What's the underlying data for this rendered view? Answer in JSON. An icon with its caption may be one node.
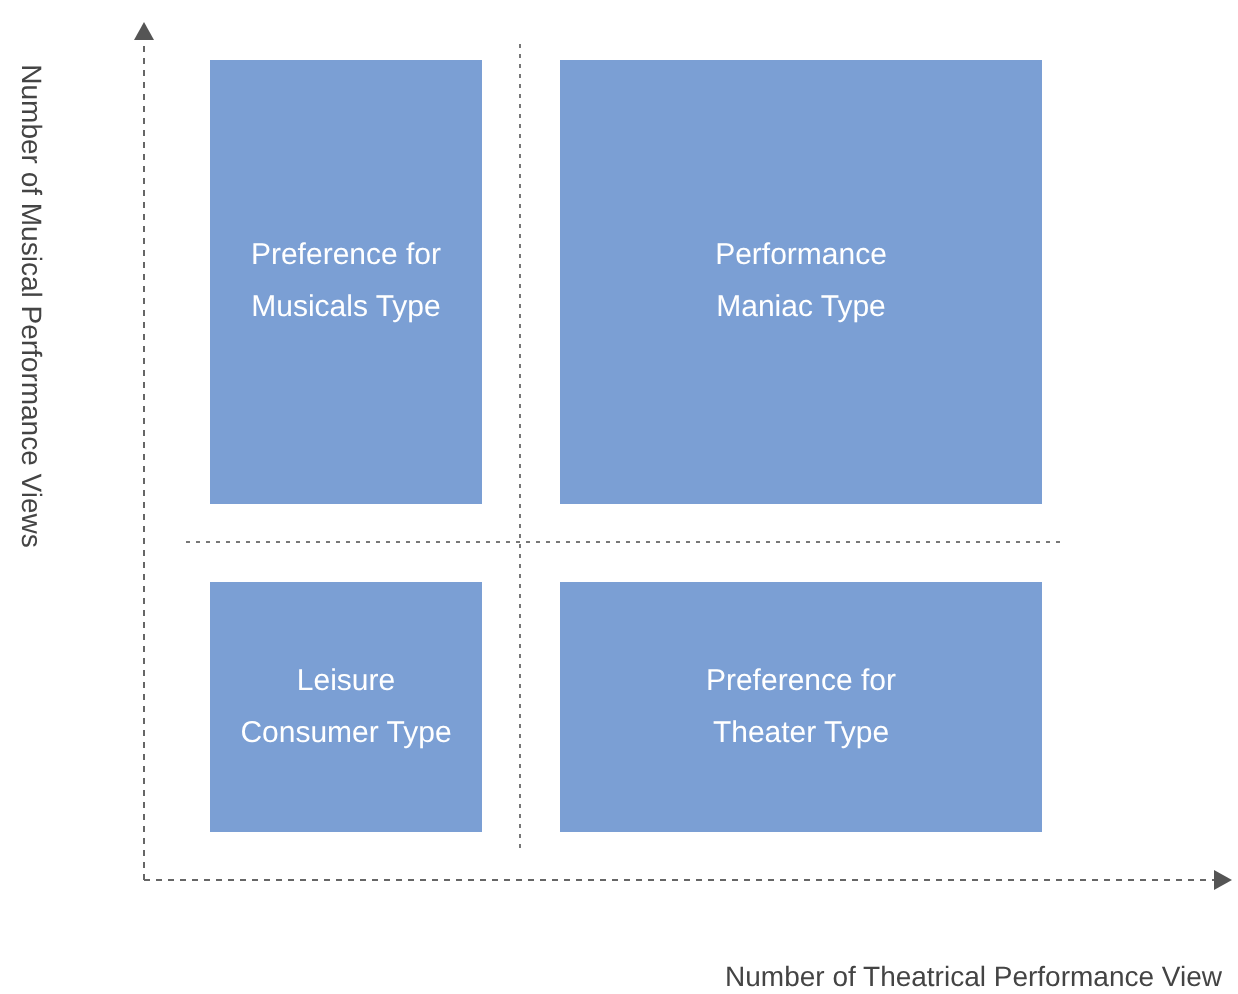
{
  "diagram": {
    "nodes": [
      {
        "text": [
          "Preference for Musicals Type"
        ]
      },
      {
        "text": [
          "Performance Maniac Type"
        ]
      },
      {
        "text": [
          "Leisure Consumer Type"
        ]
      },
      {
        "text": [
          "Preference for Theater Type"
        ]
      }
    ],
    "labels": [
      "Number of Musical Performance Views",
      "Number of Theatrical Performance View"
    ]
  }
}
